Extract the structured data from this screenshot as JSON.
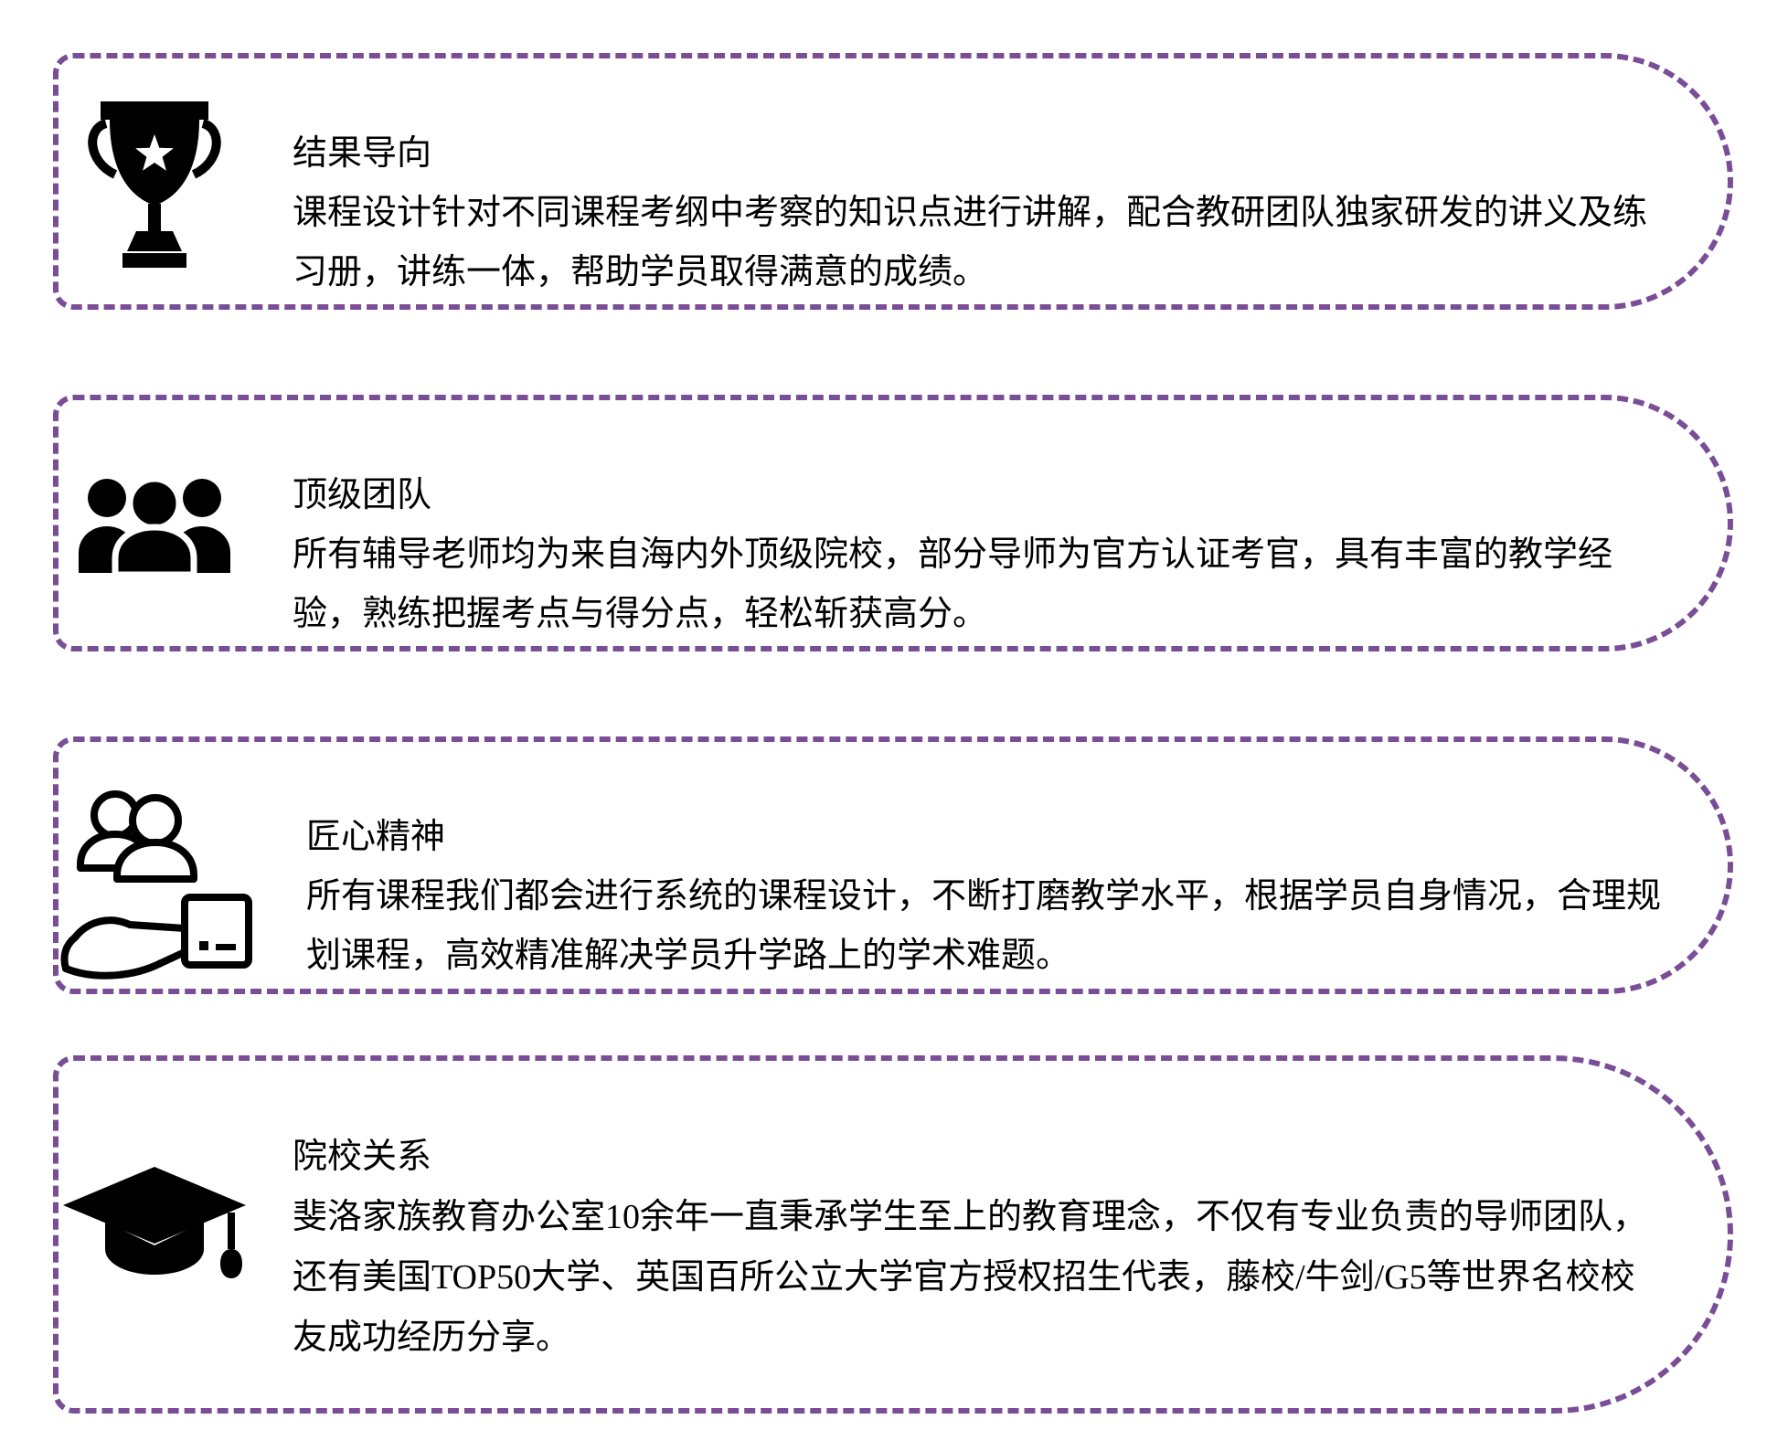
{
  "theme": {
    "background": "#ffffff",
    "border_color": "#7a4e96",
    "text_color": "#000000"
  },
  "sections": [
    {
      "icon": "trophy-icon",
      "title": "结果导向",
      "lines": [
        "课程设计针对不同课程考纲中考察的知识点进行讲解，配合教研团队独家研发的讲义及练",
        "习册，讲练一体，帮助学员取得满意的成绩。"
      ]
    },
    {
      "icon": "team-icon",
      "title": "顶级团队",
      "lines": [
        "所有辅导老师均为来自海内外顶级院校，部分导师为官方认证考官，具有丰富的教学经",
        "验，熟练把握考点与得分点，轻松斩获高分。"
      ]
    },
    {
      "icon": "craftsmanship-care-icon",
      "title": "匠心精神",
      "lines": [
        "所有课程我们都会进行系统的课程设计，不断打磨教学水平，根据学员自身情况，合理规",
        "划课程，高效精准解决学员升学路上的学术难题。"
      ]
    },
    {
      "icon": "graduation-cap-icon",
      "title": "院校关系",
      "lines": [
        "斐洛家族教育办公室10余年一直秉承学生至上的教育理念，不仅有专业负责的导师团队，",
        "还有美国TOP50大学、英国百所公立大学官方授权招生代表，藤校/牛剑/G5等世界名校校",
        "友成功经历分享。"
      ]
    }
  ]
}
